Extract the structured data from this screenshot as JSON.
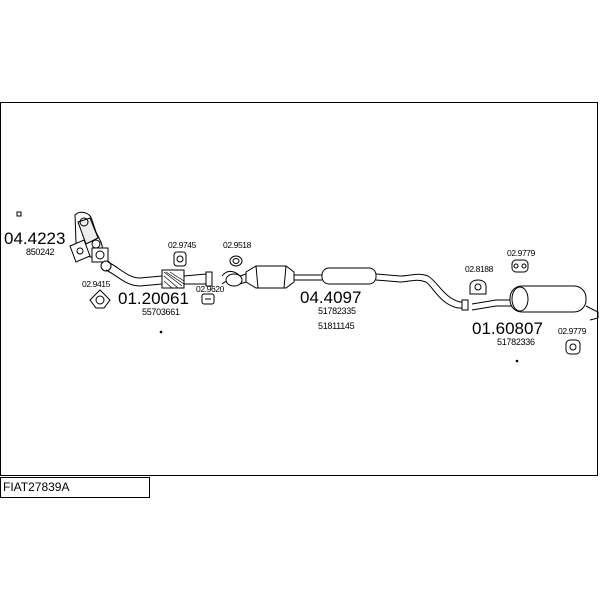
{
  "title": "FIAT27839A",
  "parts": {
    "catalyst_front": {
      "part_no": "04.4223",
      "oe": "850242"
    },
    "front_pipe": {
      "part_no": "01.20061",
      "oe": "55703661"
    },
    "center_cat": {
      "part_no": "04.4097",
      "oe_1": "51782335",
      "oe_2": "51811145"
    },
    "rear_silencer": {
      "part_no": "01.60807",
      "oe": "51782336"
    }
  },
  "accessories": {
    "a1": "02.9415",
    "a2": "02.9745",
    "a3": "02.9620",
    "a4": "02.9518",
    "a5": "02.8188",
    "a6": "02.9779",
    "a7": "02.9779"
  }
}
